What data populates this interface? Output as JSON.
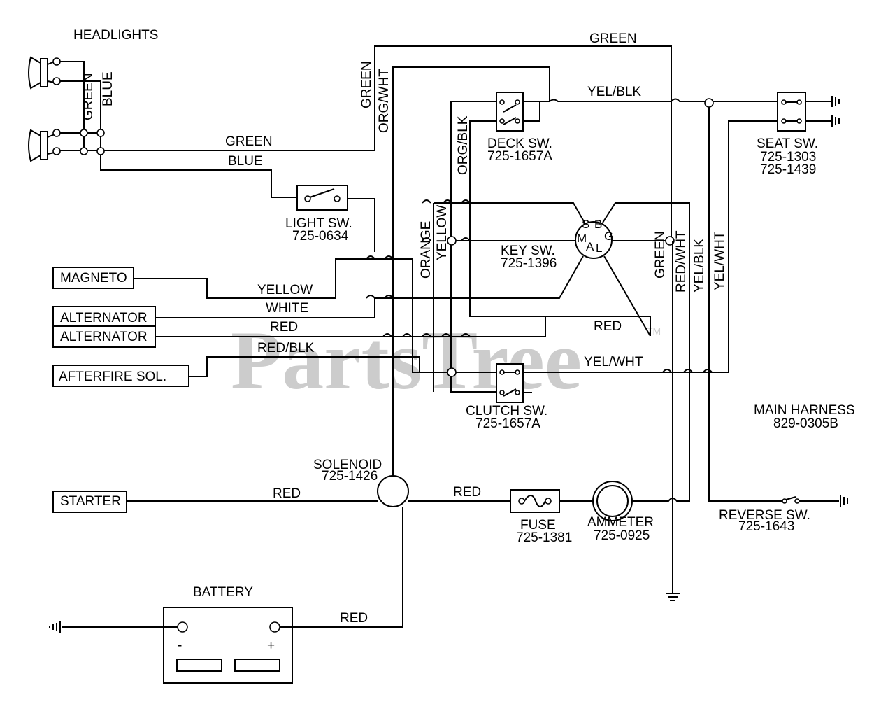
{
  "watermark": "PartsTree",
  "watermark_tm": "TM",
  "components": {
    "headlights": "HEADLIGHTS",
    "light_sw": {
      "name": "LIGHT SW.",
      "part": "725-0634"
    },
    "deck_sw": {
      "name": "DECK SW.",
      "part": "725-1657A"
    },
    "seat_sw": {
      "name": "SEAT SW.",
      "part1": "725-1303",
      "part2": "725-1439"
    },
    "key_sw": {
      "name": "KEY SW.",
      "part": "725-1396",
      "pins": [
        "S",
        "B",
        "M",
        "G",
        "A",
        "L"
      ]
    },
    "clutch_sw": {
      "name": "CLUTCH SW.",
      "part": "725-1657A"
    },
    "main_harness": {
      "name": "MAIN HARNESS",
      "part": "829-0305B"
    },
    "solenoid": {
      "name": "SOLENOID",
      "part": "725-1426"
    },
    "fuse": {
      "name": "FUSE",
      "part": "725-1381"
    },
    "ammeter": {
      "name": "AMMETER",
      "part": "725-0925"
    },
    "reverse_sw": {
      "name": "REVERSE SW.",
      "part": "725-1643"
    },
    "battery": {
      "name": "BATTERY",
      "neg": "-",
      "pos": "+"
    },
    "magneto": "MAGNETO",
    "alternator1": "ALTERNATOR",
    "alternator2": "ALTERNATOR",
    "afterfire": "AFTERFIRE SOL.",
    "starter": "STARTER"
  },
  "wires": {
    "green": "GREEN",
    "blue": "BLUE",
    "org_wht": "ORG/WHT",
    "org_blk": "ORG/BLK",
    "yel_blk": "YEL/BLK",
    "orange": "ORANGE",
    "yellow": "YELLOW",
    "white": "WHITE",
    "red": "RED",
    "red_blk": "RED/BLK",
    "yel_wht": "YEL/WHT",
    "red_wht": "RED/WHT"
  }
}
